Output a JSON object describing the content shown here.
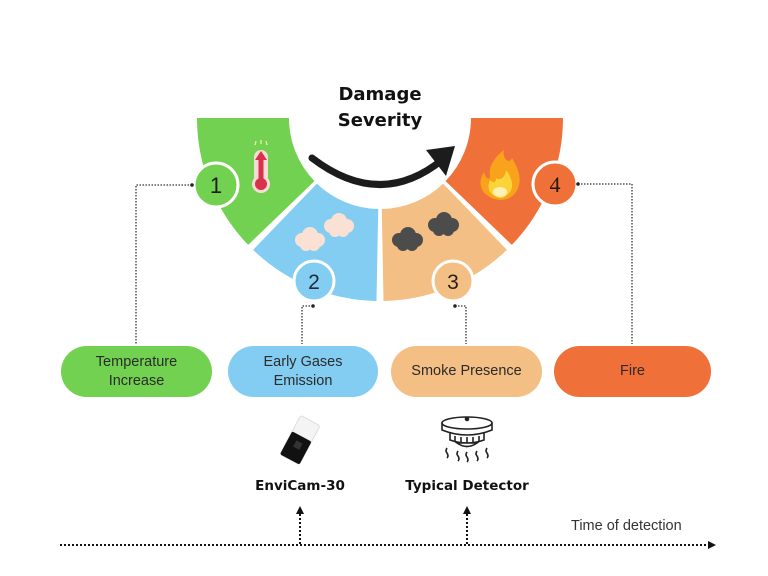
{
  "title": {
    "line1": "Damage",
    "line2": "Severity"
  },
  "stages": [
    {
      "number": "1",
      "label": "Temperature\nIncrease",
      "icon": "thermometer-icon",
      "color": "#72d151"
    },
    {
      "number": "2",
      "label": "Early Gases\nEmission",
      "icon": "light-clouds-icon",
      "color": "#84cdf2"
    },
    {
      "number": "3",
      "label": "Smoke Presence",
      "icon": "dark-clouds-icon",
      "color": "#f4bf84"
    },
    {
      "number": "4",
      "label": "Fire",
      "icon": "fire-icon",
      "color": "#ef7139"
    }
  ],
  "devices": [
    {
      "label": "EnviCam-30",
      "icon": "envicam-device-icon",
      "stage": "2"
    },
    {
      "label": "Typical Detector",
      "icon": "smoke-detector-icon",
      "stage": "3"
    }
  ],
  "timeline": {
    "label": "Time of detection"
  },
  "colors": {
    "arrow": "#1c1c1c",
    "text": "#2b2b2b",
    "connector": "#333333"
  }
}
